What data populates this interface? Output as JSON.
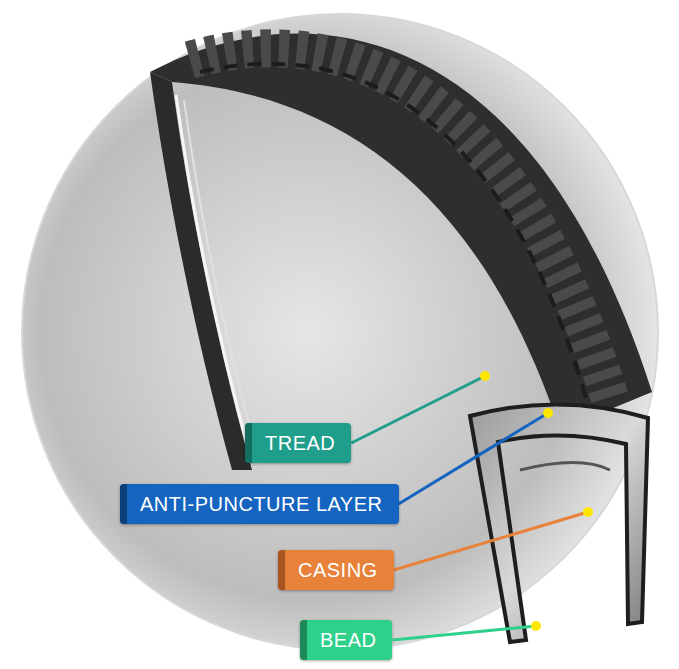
{
  "diagram": {
    "nodes": [
      {
        "text": [
          "TREAD"
        ]
      },
      {
        "text": [
          "ANTI-PUNCTURE LAYER"
        ]
      },
      {
        "text": [
          "CASING"
        ]
      },
      {
        "text": [
          "BEAD"
        ]
      }
    ]
  }
}
